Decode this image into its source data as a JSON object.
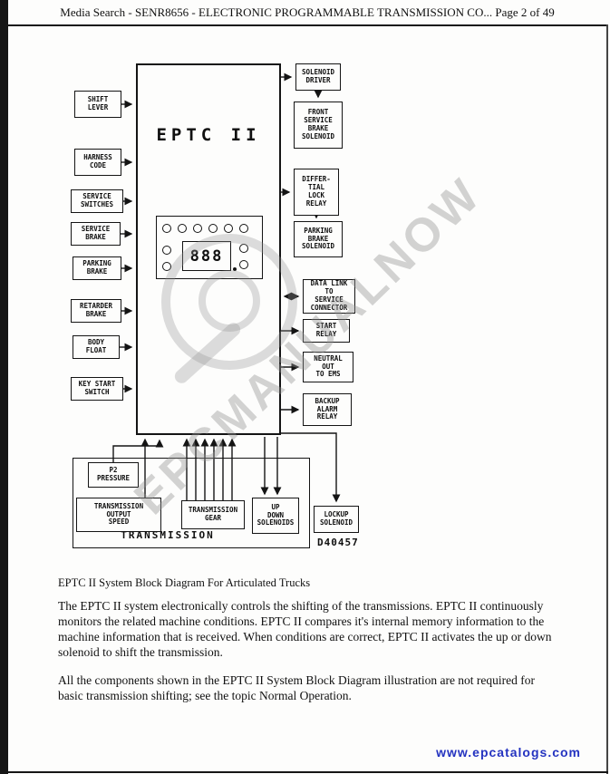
{
  "page": {
    "header": "Media Search - SENR8656 - ELECTRONIC PROGRAMMABLE TRANSMISSION CO... Page 2 of 49",
    "caption": "EPTC II System Block Diagram For Articulated Trucks",
    "paragraphs": [
      "The EPTC II system electronically controls the shifting of the transmissions. EPTC II continuously monitors the related machine conditions. EPTC II compares it's internal memory information to the machine information that is received. When conditions are correct, EPTC II activates the up or down solenoid to shift the transmission.",
      "All the components shown in the EPTC II System Block Diagram illustration are not required for basic transmission shifting; see the topic Normal Operation."
    ],
    "footer_link": "www.epcatalogs.com",
    "colors": {
      "footer_link": "#2433c0",
      "watermark": "#919191"
    }
  },
  "diagram": {
    "main_unit": "EPTC II",
    "display_value": "888",
    "figure_number": "D40457",
    "transmission_label": "TRANSMISSION",
    "watermark_text": "EPCMANUALNOW",
    "inputs": [
      {
        "label": "SHIFT\nLEVER"
      },
      {
        "label": "HARNESS\nCODE"
      },
      {
        "label": "SERVICE\nSWITCHES"
      },
      {
        "label": "SERVICE\nBRAKE"
      },
      {
        "label": "PARKING\nBRAKE"
      },
      {
        "label": "RETARDER\nBRAKE"
      },
      {
        "label": "BODY\nFLOAT"
      },
      {
        "label": "KEY START\nSWITCH"
      }
    ],
    "outputs": [
      {
        "label": "SOLENOID\nDRIVER"
      },
      {
        "label": "FRONT\nSERVICE\nBRAKE\nSOLENOID"
      },
      {
        "label": "DIFFER-\nTIAL\nLOCK\nRELAY"
      },
      {
        "label": "PARKING\nBRAKE\nSOLENOID"
      },
      {
        "label": "DATA LINK\nTO\nSERVICE\nCONNECTOR"
      },
      {
        "label": "START\nRELAY"
      },
      {
        "label": "NEUTRAL\nOUT\nTO EMS"
      },
      {
        "label": "BACKUP\nALARM\nRELAY"
      }
    ],
    "transmission_components": [
      {
        "label": "P2\nPRESSURE"
      },
      {
        "label": "TRANSMISSION\nOUTPUT\nSPEED"
      },
      {
        "label": "TRANSMISSION\nGEAR"
      },
      {
        "label": "UP\nDOWN\nSOLENOIDS"
      },
      {
        "label": "LOCKUP\nSOLENOID"
      }
    ]
  }
}
